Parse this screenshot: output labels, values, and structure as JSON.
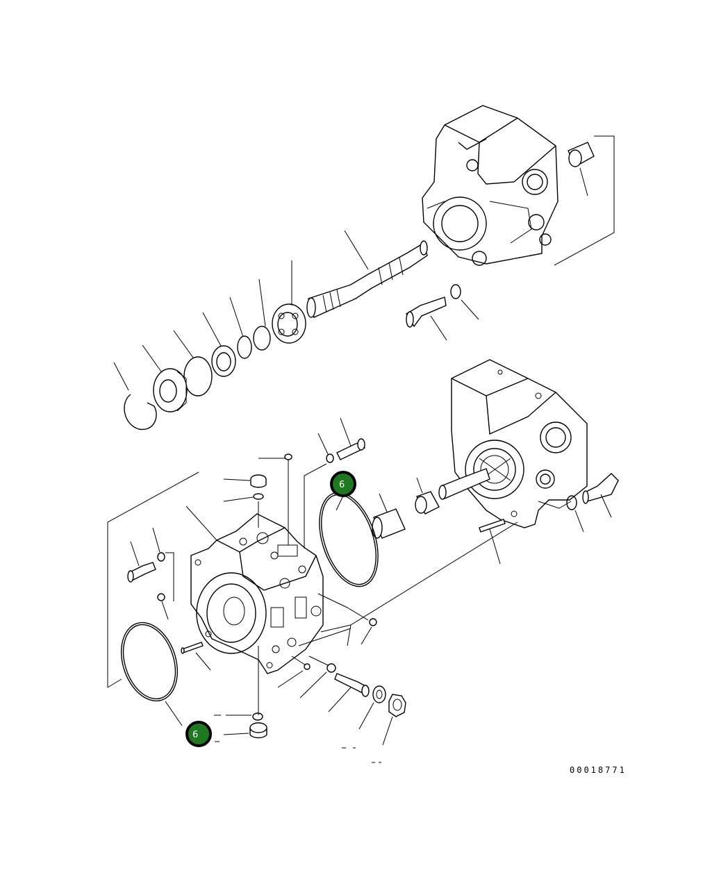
{
  "drawing": {
    "code": "00018771"
  },
  "callouts": [
    {
      "label": "6"
    },
    {
      "label": "6"
    }
  ],
  "colors": {
    "callout_fill": "#1f7a1f",
    "line": "#000000",
    "background": "#ffffff"
  }
}
